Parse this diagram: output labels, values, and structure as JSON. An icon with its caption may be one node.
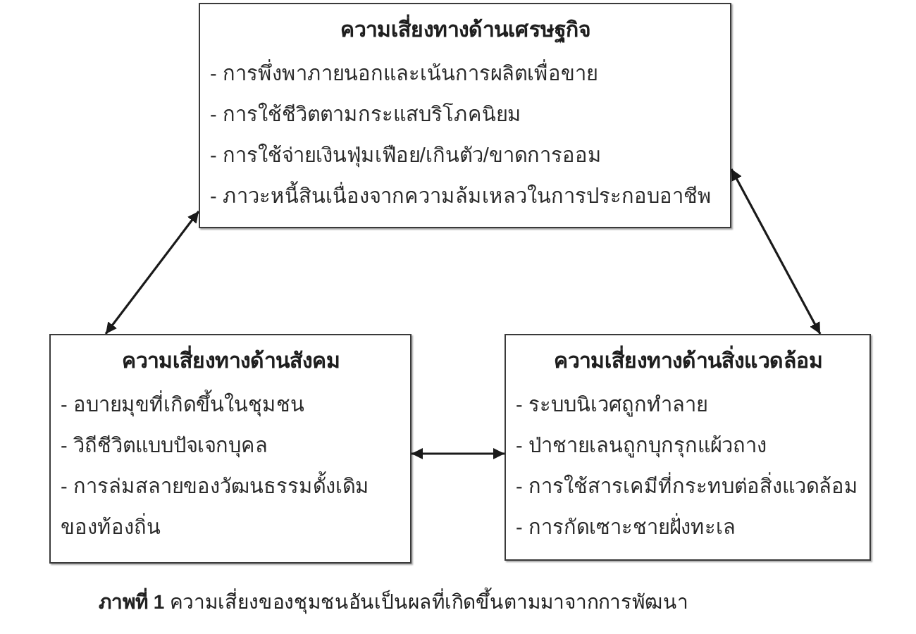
{
  "diagram": {
    "caption": "**ภาพที่ 1** ความเสี่ยงของชุมชนอันเป็นผลที่เกิดขึ้นตามมาจากการพัฒนา",
    "nodes": [
      {
        "text": [
          "ความเสี่ยงทางด้านเศรษฐกิจ",
          "- การพึ่งพาภายนอกและเน้นการผลิตเพื่อขาย",
          "- การใช้ชีวิตตามกระแสบริโภคนิยม",
          "- การใช้จ่ายเงินฟุ่มเฟือย/เกินตัว/ขาดการออม",
          "- ภาวะหนี้สินเนื่องจากความล้มเหลวในการประกอบอาชีพ"
        ]
      },
      {
        "text": [
          "ความเสี่ยงทางด้านสังคม",
          "- อบายมุขที่เกิดขึ้นในชุมชน",
          "- วิถีชีวิตแบบปัจเจกบุคล",
          "- การล่มสลายของวัฒนธรรมดั้งเดิมของท้องถิ่น"
        ]
      },
      {
        "text": [
          "ความเสี่ยงทางด้านสิ่งแวดล้อม",
          "- ระบบนิเวศถูกทำลาย",
          "- ป่าชายเลนถูกบุกรุกแผ้วถาง",
          "- การใช้สารเคมีที่กระทบต่อสิ่งแวดล้อม",
          "- การกัดเซาะชายฝั่งทะเล"
        ]
      }
    ],
    "edges": [
      {
        "from": 1,
        "to": 0,
        "arrow": "both"
      },
      {
        "from": 0,
        "to": 2,
        "arrow": "both"
      },
      {
        "from": 1,
        "to": 2,
        "arrow": "both"
      }
    ]
  }
}
